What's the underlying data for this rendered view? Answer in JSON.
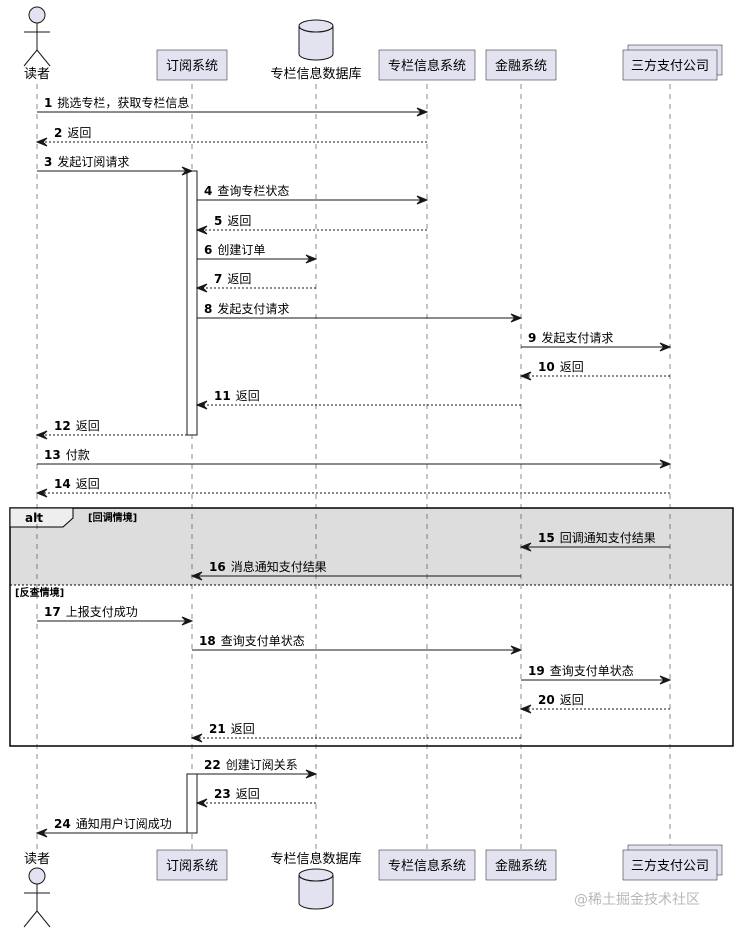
{
  "participants": [
    {
      "id": "reader",
      "label": "读者",
      "kind": "actor"
    },
    {
      "id": "sub",
      "label": "订阅系统",
      "kind": "participant"
    },
    {
      "id": "db",
      "label": "专栏信息数据库",
      "kind": "database"
    },
    {
      "id": "col",
      "label": "专栏信息系统",
      "kind": "participant"
    },
    {
      "id": "fin",
      "label": "金融系统",
      "kind": "participant"
    },
    {
      "id": "pay",
      "label": "三方支付公司",
      "kind": "collections"
    }
  ],
  "messages": [
    {
      "num": "1",
      "text": "挑选专栏，获取专栏信息",
      "from": "reader",
      "to": "col",
      "style": "solid"
    },
    {
      "num": "2",
      "text": "返回",
      "from": "col",
      "to": "reader",
      "style": "dashed"
    },
    {
      "num": "3",
      "text": "发起订阅请求",
      "from": "reader",
      "to": "sub",
      "style": "solid"
    },
    {
      "num": "4",
      "text": "查询专栏状态",
      "from": "sub",
      "to": "col",
      "style": "solid"
    },
    {
      "num": "5",
      "text": "返回",
      "from": "col",
      "to": "sub",
      "style": "dashed"
    },
    {
      "num": "6",
      "text": "创建订单",
      "from": "sub",
      "to": "db",
      "style": "solid"
    },
    {
      "num": "7",
      "text": "返回",
      "from": "db",
      "to": "sub",
      "style": "dashed"
    },
    {
      "num": "8",
      "text": "发起支付请求",
      "from": "sub",
      "to": "fin",
      "style": "solid"
    },
    {
      "num": "9",
      "text": "发起支付请求",
      "from": "fin",
      "to": "pay",
      "style": "solid"
    },
    {
      "num": "10",
      "text": "返回",
      "from": "pay",
      "to": "fin",
      "style": "dashed"
    },
    {
      "num": "11",
      "text": "返回",
      "from": "fin",
      "to": "sub",
      "style": "dashed"
    },
    {
      "num": "12",
      "text": "返回",
      "from": "sub",
      "to": "reader",
      "style": "dashed"
    },
    {
      "num": "13",
      "text": "付款",
      "from": "reader",
      "to": "pay",
      "style": "solid"
    },
    {
      "num": "14",
      "text": "返回",
      "from": "pay",
      "to": "reader",
      "style": "dashed"
    },
    {
      "num": "15",
      "text": "回调通知支付结果",
      "from": "pay",
      "to": "fin",
      "style": "solid"
    },
    {
      "num": "16",
      "text": "消息通知支付结果",
      "from": "fin",
      "to": "sub",
      "style": "solid"
    },
    {
      "num": "17",
      "text": "上报支付成功",
      "from": "reader",
      "to": "sub",
      "style": "solid"
    },
    {
      "num": "18",
      "text": "查询支付单状态",
      "from": "sub",
      "to": "fin",
      "style": "solid"
    },
    {
      "num": "19",
      "text": "查询支付单状态",
      "from": "fin",
      "to": "pay",
      "style": "solid"
    },
    {
      "num": "20",
      "text": "返回",
      "from": "pay",
      "to": "fin",
      "style": "dashed"
    },
    {
      "num": "21",
      "text": "返回",
      "from": "fin",
      "to": "sub",
      "style": "dashed"
    },
    {
      "num": "22",
      "text": "创建订阅关系",
      "from": "sub",
      "to": "db",
      "style": "solid"
    },
    {
      "num": "23",
      "text": "返回",
      "from": "db",
      "to": "sub",
      "style": "dashed"
    },
    {
      "num": "24",
      "text": "通知用户订阅成功",
      "from": "sub",
      "to": "reader",
      "style": "solid"
    }
  ],
  "alt_frame": {
    "keyword": "alt",
    "guard1": "[回调情境]",
    "guard2": "[反查情境]"
  },
  "colors": {
    "participant_fill": "#e2e2f0",
    "alt_shade": "#dddddd",
    "line": "#181818"
  },
  "watermark": "@稀土掘金技术社区"
}
